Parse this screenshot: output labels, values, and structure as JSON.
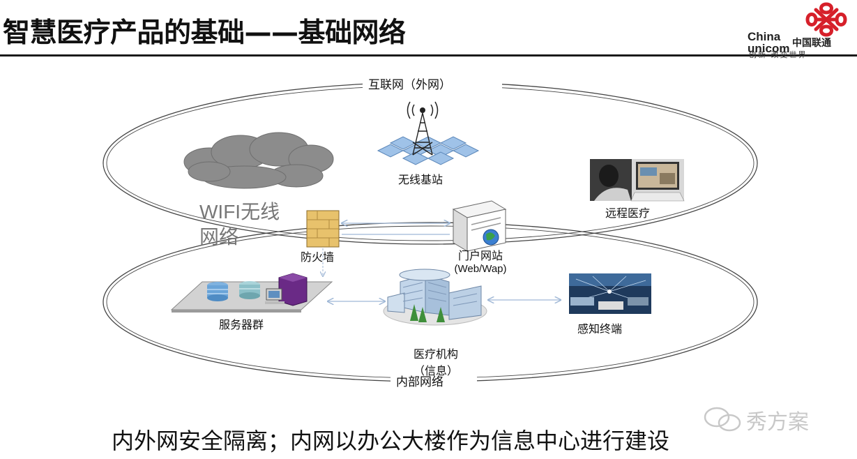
{
  "header": {
    "title": "智慧医疗产品的基础——基础网络",
    "logo": {
      "en_line1": "China",
      "en_line2": "unicom",
      "cn": "中国联通",
      "slogan": "创新·改变世界"
    }
  },
  "diagram": {
    "outer_network_label": "互联网（外网）",
    "inner_network_label": "内部网络",
    "nodes": {
      "wireless_base_station": "无线基站",
      "remote_medical": "远程医疗",
      "wifi": "WIFI无线网络",
      "firewall": "防火墙",
      "portal_line1": "门户网站",
      "portal_line2": "(Web/Wap)",
      "server_cluster": "服务器群",
      "medical_line1": "医疗机构",
      "medical_line2": "（信息）",
      "sensing_terminal": "感知终端"
    }
  },
  "footer": {
    "caption": "内外网安全隔离；内网以办公大楼作为信息中心进行建设"
  },
  "watermark": {
    "text": "秀方案"
  },
  "colors": {
    "logo_red": "#d6202a",
    "cloud_gray": "#8c8c8c",
    "accent_blue": "#4a7fc1"
  }
}
